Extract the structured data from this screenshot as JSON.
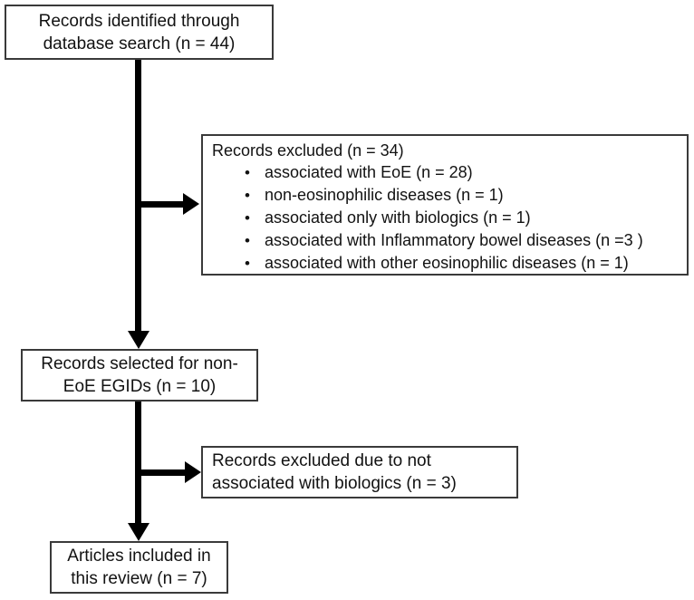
{
  "diagram": {
    "title_semantic": "Study selection flow diagram",
    "colors": {
      "background": "#ffffff",
      "box_border": "#3a3a3a",
      "text": "#121212",
      "arrow": "#000000"
    },
    "boxes": {
      "identified": {
        "line1": "Records identified through",
        "line2": "database search (n = 44)"
      },
      "excluded1": {
        "header": "Records excluded (n = 34)",
        "bullets": [
          "associated with EoE (n = 28)",
          "non-eosinophilic diseases (n = 1)",
          "associated only with biologics (n = 1)",
          "associated with Inflammatory bowel diseases (n =3 )",
          "associated with other eosinophilic diseases (n = 1)"
        ]
      },
      "selected": {
        "line1": "Records selected for non-",
        "line2": "EoE EGIDs (n = 10)"
      },
      "excluded2": {
        "line1": "Records excluded due to not",
        "line2": "associated with biologics (n = 3)"
      },
      "included": {
        "line1": "Articles included in",
        "line2": "this review (n = 7)"
      }
    }
  }
}
